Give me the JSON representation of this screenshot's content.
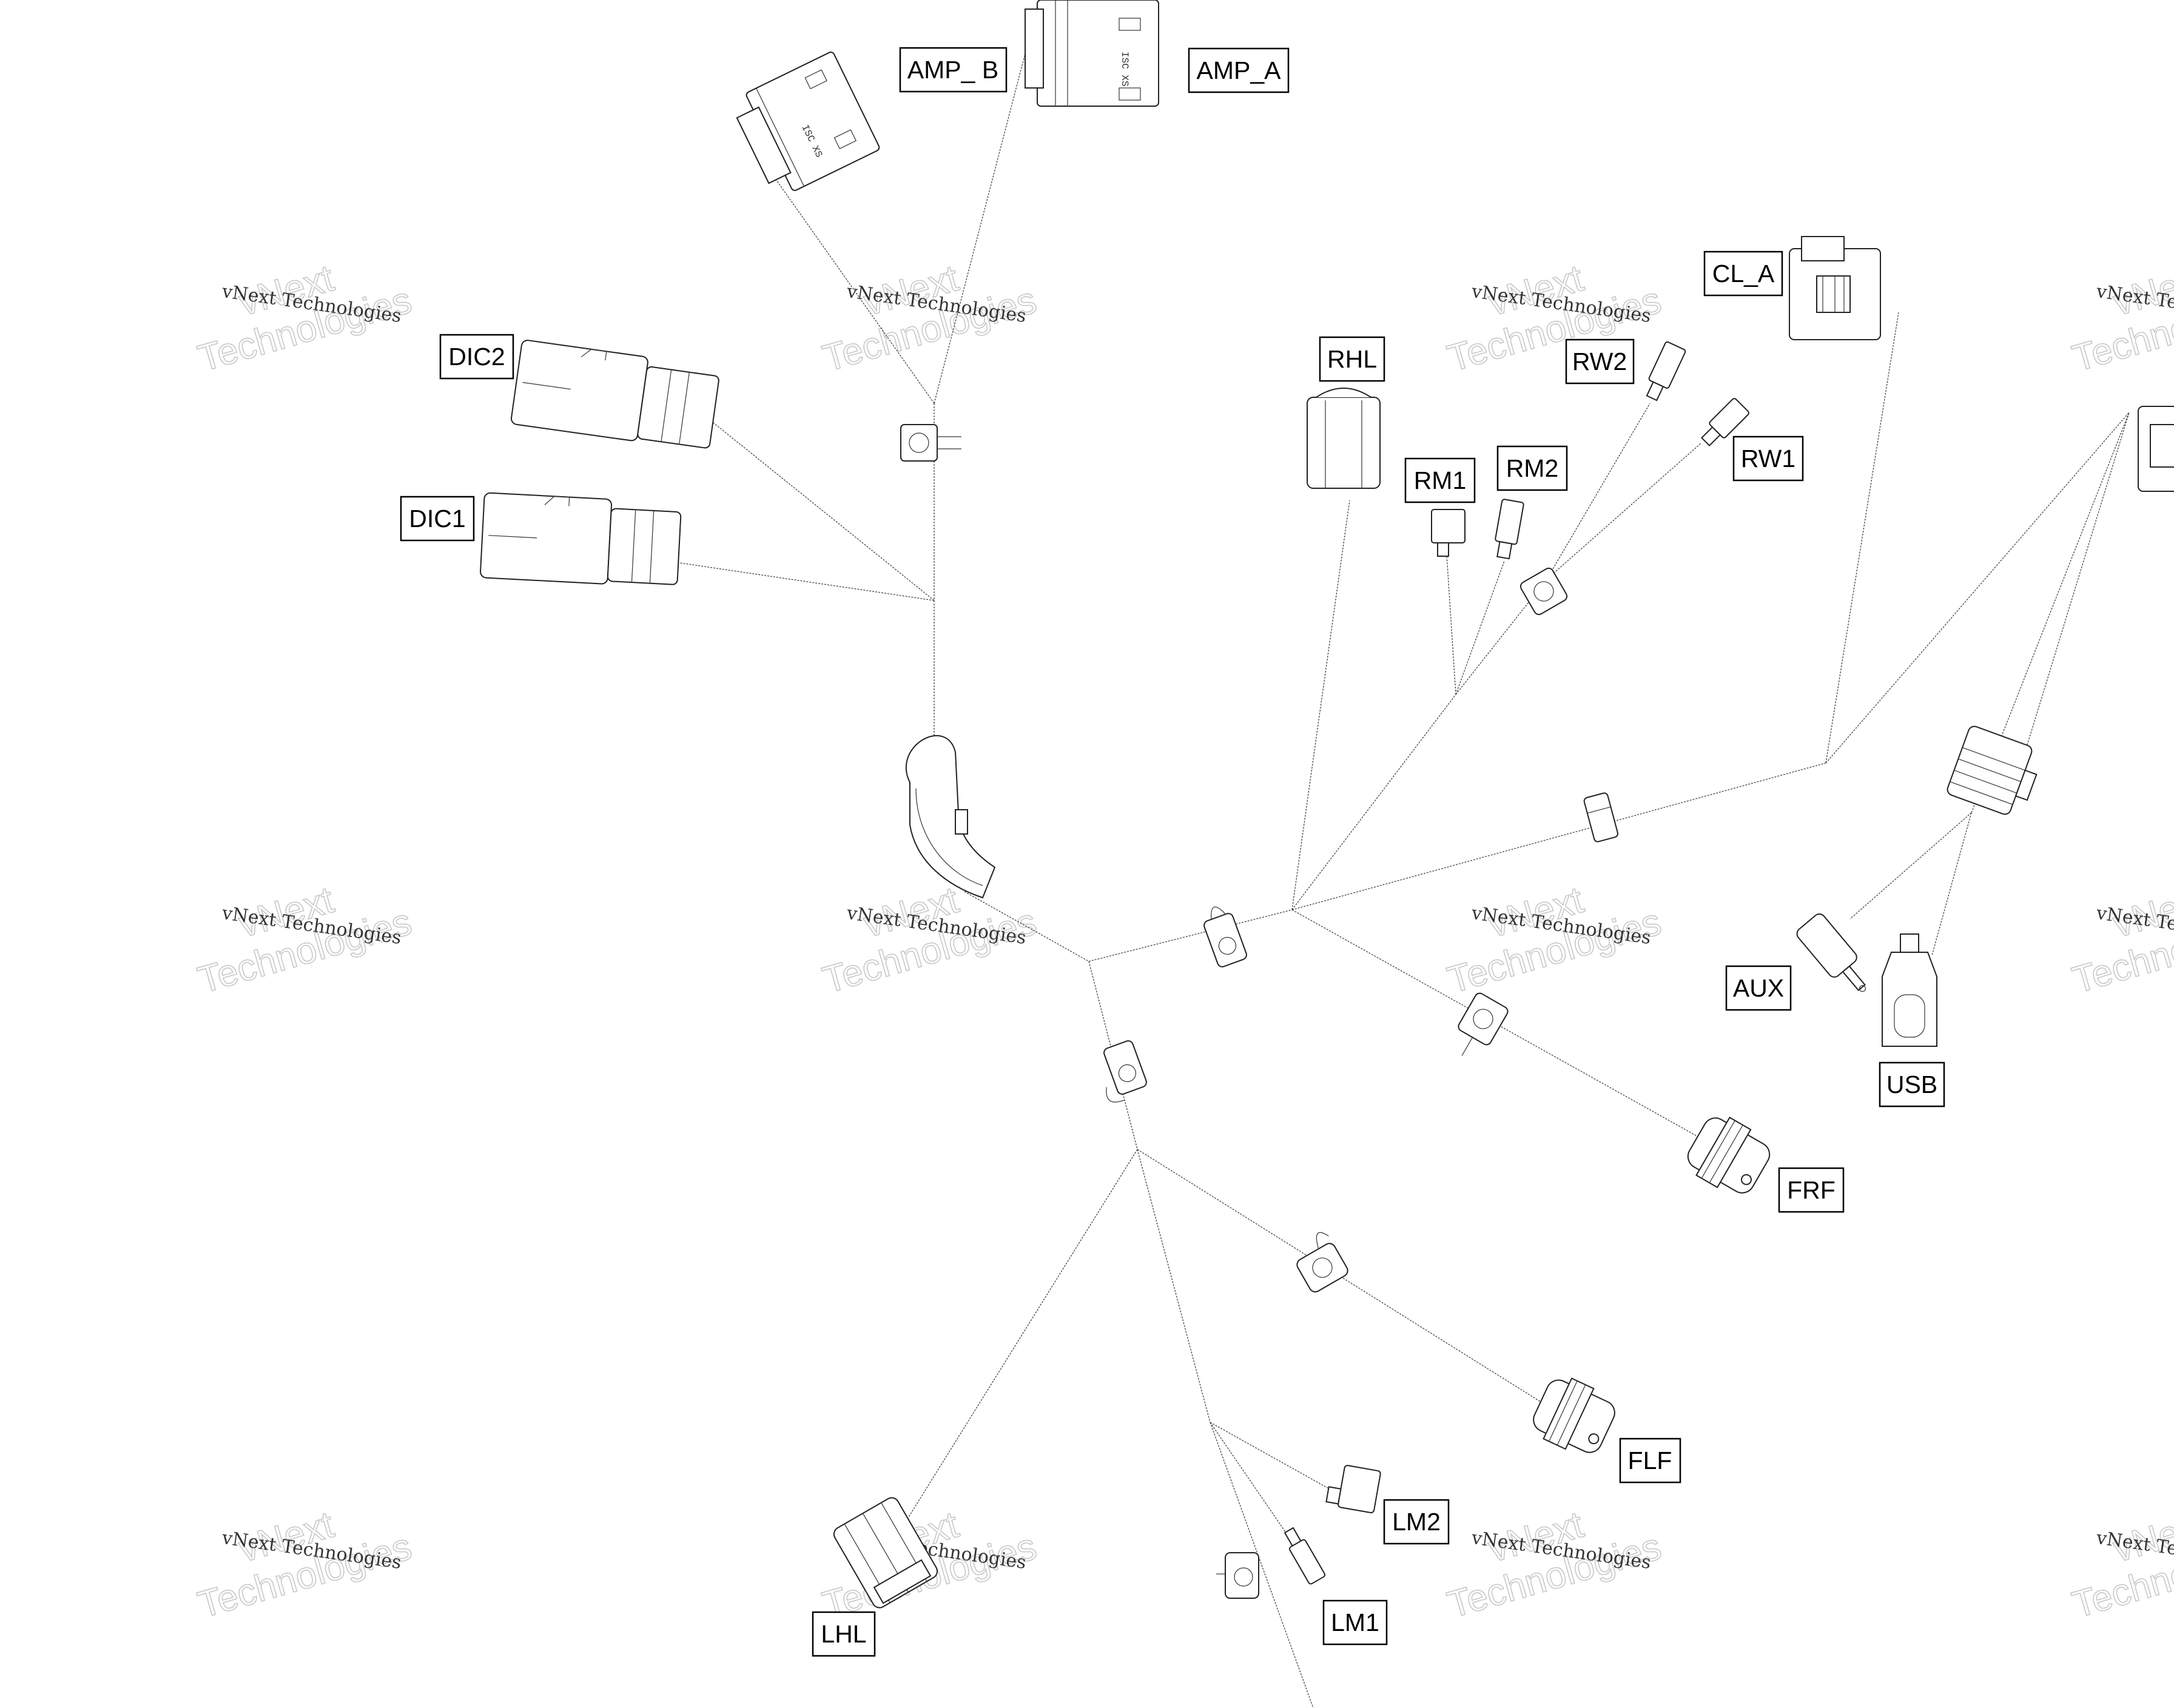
{
  "diagram": {
    "labels": {
      "amp_b": "AMP_ B",
      "amp_a": "AMP_A",
      "dic2": "DIC2",
      "dic1": "DIC1",
      "rhl": "RHL",
      "rw2": "RW2",
      "cl_a": "CL_A",
      "rm1": "RM1",
      "rm2": "RM2",
      "rw1": "RW1",
      "aux": "AUX",
      "usb": "USB",
      "frf": "FRF",
      "flf": "FLF",
      "lm2": "LM2",
      "lm1": "LM1",
      "lhl": "LHL"
    },
    "watermark": {
      "line1": "vNext Technologies",
      "line2": "vNext",
      "line3": "Technologies"
    },
    "connector_markings": {
      "amp_a": "ISC XS",
      "amp_b": "ISC XS"
    }
  }
}
